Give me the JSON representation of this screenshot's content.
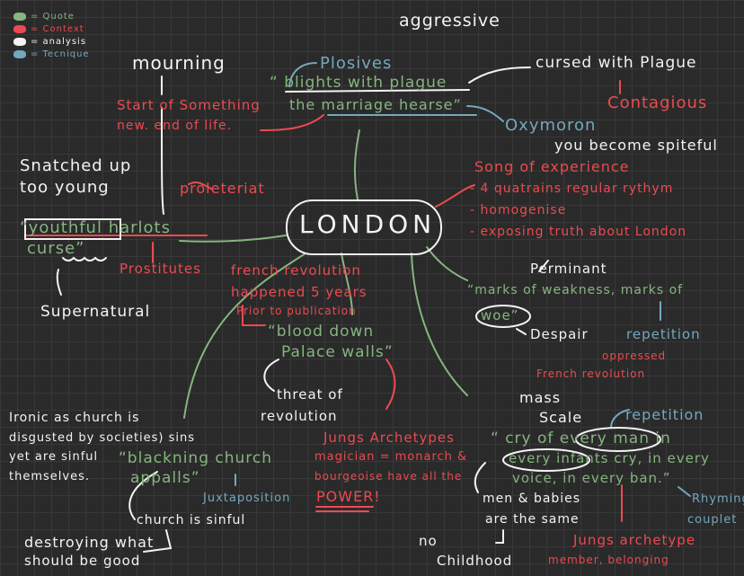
{
  "legend": [
    {
      "label": "= Quote",
      "color": "#86b57f"
    },
    {
      "label": "= Context",
      "color": "#ec4a50"
    },
    {
      "label": "= analysis",
      "color": "#f3f3f3"
    },
    {
      "label": "= Tecnique",
      "color": "#74a8bd"
    }
  ],
  "center": "LONDON",
  "top": {
    "aggressive": "aggressive",
    "mourning": "mourning",
    "plosives": "Plosives",
    "quote_l1": "“ blights with plague",
    "quote_l2": "the marriage hearse”",
    "start_l1": "Start of Something",
    "start_l2": "new. end of life.",
    "cursed": "cursed with Plague",
    "contagious": "Contagious",
    "oxymoron": "Oxymoron",
    "spiteful": "you become spiteful"
  },
  "song": {
    "title": "Song of experience",
    "items": [
      "- 4 quatrains regular rythym",
      "- homogenise",
      "- exposing truth about London"
    ]
  },
  "harlots": {
    "snatched_l1": "Snatched up",
    "snatched_l2": "too young",
    "proleteriat": "proleteriat",
    "quote_l1": "“youthful harlots",
    "quote_l2": "curse”",
    "supernatural": "Supernatural",
    "prostitutes": "Prostitutes"
  },
  "blood": {
    "context_l1": "french revolution",
    "context_l2": "happened 5 years",
    "context_l3": "Prior to publication",
    "quote_l1": "“blood down",
    "quote_l2": "Palace walls”",
    "threat_l1": "threat of",
    "threat_l2": "revolution",
    "jungs_l1": "Jungs Archetypes",
    "jungs_l2": "magician = monarch &",
    "jungs_l3": "bourgeoise have all the",
    "jungs_l4": "POWER!"
  },
  "marks": {
    "perminant": "Perminant",
    "quote_l1": "“marks of weakness, marks of",
    "quote_l2": "woe”",
    "despair": "Despair",
    "repetition": "repetition",
    "oppressed": "oppressed",
    "french": "French revolution"
  },
  "church": {
    "ironic": [
      "Ironic as church is",
      "disgusted by societies) sins",
      "yet are sinful",
      "themselves."
    ],
    "quote_l1": "“blackning church",
    "quote_l2": "appalls”",
    "juxtaposition": "Juxtaposition",
    "sinful": "church is sinful",
    "destroying_l1": "destroying what",
    "destroying_l2": "should be good"
  },
  "cry": {
    "mass_l1": "mass",
    "mass_l2": "Scale",
    "repetition": "repetition",
    "quote_l1": "“ cry of every man in",
    "quote_l2": "every infants cry, in every",
    "quote_l3": "voice, in every ban.”",
    "men_l1": "men & babies",
    "men_l2": "are the same",
    "no_l1": "no",
    "no_l2": "Childhood",
    "rhyming_l1": "Rhyming",
    "rhyming_l2": "couplet",
    "jungs_l1": "Jungs archetype",
    "jungs_l2": "member, belonging"
  }
}
